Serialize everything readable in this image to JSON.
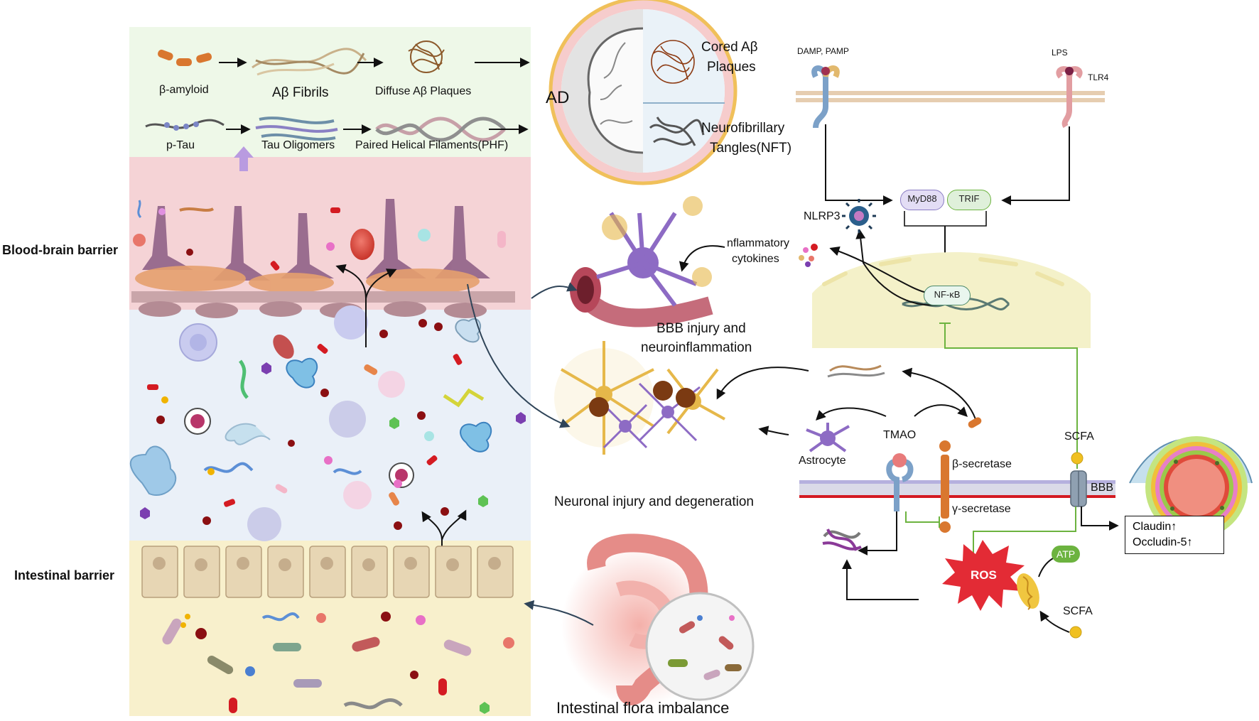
{
  "sections": {
    "bbb_label": "Blood-brain barrier",
    "intestinal_label": "Intestinal barrier"
  },
  "amyloid_path": {
    "step1": "β-amyloid",
    "step2": "Aβ Fibrils",
    "step3": "Diffuse Aβ Plaques"
  },
  "tau_path": {
    "step1": "p-Tau",
    "step2": "Tau Oligomers",
    "step3": "Paired Helical Filaments(PHF)"
  },
  "brain_circle": {
    "ad": "AD",
    "plaques_line1": "Cored Aβ",
    "plaques_line2": "Plaques",
    "nft_line1": "Neurofibrillary",
    "nft_line2": "Tangles(NFT)"
  },
  "bbb_injury": {
    "line1": "BBB injury and",
    "line2": "neuroinflammation"
  },
  "cytokines": {
    "line1": "nflammatory",
    "line2": "cytokines"
  },
  "neuronal": "Neuronal injury and degeneration",
  "flora": "Intestinal flora imbalance",
  "signaling": {
    "damp": "DAMP, PAMP",
    "lps": "LPS",
    "tlr4": "TLR4",
    "nlrp3": "NLRP3",
    "myd88": "MyD88",
    "trif": "TRIF",
    "nfkb": "NF-κB"
  },
  "tmao_panel": {
    "tmao": "TMAO",
    "astrocyte": "Astrocyte",
    "beta_sec": "β-secretase",
    "gamma_sec": "γ-secretase",
    "scfa_top": "SCFA",
    "bbb": "BBB",
    "ros": "ROS",
    "atp": "ATP",
    "scfa_bottom": "SCFA",
    "claudin": "Claudin↑",
    "occludin": "Occludin-5↑"
  },
  "colors": {
    "top_band": "#eef8e8",
    "bbb_band": "#f5d3d6",
    "blood_band": "#eaf0f8",
    "gut_band": "#f8f0cc",
    "ros": "#e32b35",
    "inhibit": "#6cb33f",
    "pill_myd88": "#e3ddf5",
    "pill_trif": "#dff0da",
    "cell": "#f4f1c9"
  }
}
